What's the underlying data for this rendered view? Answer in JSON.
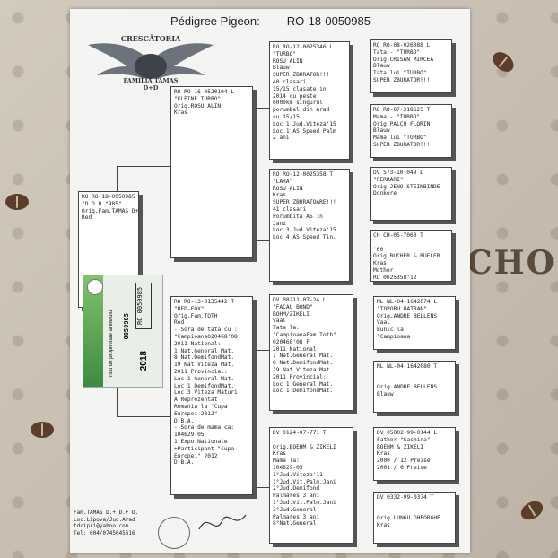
{
  "page": {
    "title": "Pédigree Pigeon:",
    "ring": "RO-18-0050985",
    "bg_text": "CHO",
    "logo_lines": [
      "CRESCĂTORIA",
      "FAMILIA TAMAS",
      "D+D"
    ]
  },
  "subject": {
    "hdr": "RO  RO-18-0050985",
    "lines": [
      "\"D.D.D.\"985\"",
      "Orig.Fam.TAMAS D+D+D",
      "Red"
    ]
  },
  "sire": {
    "hdr": "RO   RO-16-0520104 L",
    "lines": [
      "\"KLEINE TURBO\"",
      "Orig.ROSU ALIN",
      "Kras"
    ]
  },
  "dam": {
    "hdr": "RO   RO-13-0135442 T",
    "lines": [
      "\"RED-FOX\"",
      "Orig.Fam.TOTH",
      "Red",
      "--Sora de tata cu :",
      "\"Campioana020468'08",
      "  2011 National:",
      " 1 Nat.General Mat.",
      " 8 Nat.DemifondMat.",
      "19 Nat.Viteza Mat.",
      "  2011 Provincial:",
      "Loc 1 General Mat.",
      "Loc 1 DemifondMat.",
      "Loc 3 Viteza Maturi",
      "A Reprezentat",
      "Romania la \"Cupa",
      "Europei 2012\"",
      "D.B.A.",
      "--Sora de mama ca:",
      "104629-05",
      "1 Expo.Nationale",
      "+Participant \"Cupa",
      "Europei\" 2012",
      "D.B.A."
    ]
  },
  "sire_sire": {
    "hdr": "RO   RO-12-0025346 L",
    "lines": [
      "\"TURBO\"",
      "ROSU ALIN",
      "Blauw",
      "SUPER ZBURATOR!!!",
      "40 clasari",
      "15/15 clasate in",
      "2014 cu peste",
      "6000km singurul",
      "porumbel din Arad",
      "cu 15/15",
      "Loc 1 Jud.Viteza'15",
      "Loc 1 AS Speed Palm",
      "     2 ani"
    ]
  },
  "sire_dam": {
    "hdr": "RO   RO-12-0025358 T",
    "lines": [
      "\"LARA\"",
      "ROSU ALIN",
      "Kras",
      "SUPER ZBURATOARE!!!",
      "41 clasari",
      "Porumbita AS in",
      "Jani",
      "Loc 3 Jud.Viteza'15",
      "Loc 4 AS Speed Tin."
    ]
  },
  "dam_sire": {
    "hdr": "DV   08211-07-24 L",
    "lines": [
      "\"FACAU BOND\"",
      "BOHM/ZIKELI",
      "Vaal",
      "Tata la:",
      "\"CampioanaFam.Toth\"",
      "020468'08 F",
      "  2011 National:",
      " 1 Nat.General Mat.",
      " 8 Nat.DemifondMat.",
      "19 Nat.Viteza Mat.",
      "  2011 Provincial:",
      "Loc 1 General Mat.",
      "Loc 1 DemifondMat."
    ]
  },
  "dam_dam": {
    "hdr": "DV   0124-07-771 T",
    "lines": [
      "",
      "Orig.BOEHM & ZIKELI",
      "Kras",
      "Mama la:",
      "104629-05",
      "1°Jud.Viteza'11",
      "1°Jud.Vit.Palm.Jani",
      "2°Jud.Demifond",
      "Palmares 3 ani",
      "1°Jud.Vit.Palm.Jani",
      "3°Jud.General",
      "   Palmares 3 ani",
      "8°Nat.General"
    ]
  },
  "g1": {
    "hdr": "RO   RO-08-026088 L",
    "lines": [
      "Tata - \"TURBO\"",
      "Orig.CRISAN MIRCEA",
      "Blauw",
      "Tata lui \"TURBO\"",
      "SUPER ZBURATOR!!!"
    ]
  },
  "g2": {
    "hdr": "RO   RO-07-318625 T",
    "lines": [
      "Mama - \"TURBO\"",
      "Orig.PALCU FLORIN",
      "Blauw",
      "Mama lui \"TURBO\"",
      "SUPER ZBURATOR!!!"
    ]
  },
  "g3": {
    "hdr": "DV   573-10-049 L",
    "lines": [
      "\"FERRARI\"",
      "Orig.JENO STEINBINDE",
      "Donkere"
    ]
  },
  "g4": {
    "hdr": "CH   CH-05-7060 T",
    "lines": [
      "",
      "'60",
      "Orig.BUCHER & BUELER",
      "Kras",
      "Mother",
      "RO 0025358'12"
    ]
  },
  "g5": {
    "hdr": "NL   NL-04-1642074 L",
    "lines": [
      "\"TOPORU BATRAN\"",
      "Orig.ANDRE BELLENS",
      "Vaal",
      "Bunic la:",
      "\"Campioana"
    ]
  },
  "g6": {
    "hdr": "NL   NL-04-1642080 T",
    "lines": [
      "",
      "",
      "Orig.ANDRE BELLENS",
      "Blauw"
    ]
  },
  "g7": {
    "hdr": "DV   05002-99-0144 L",
    "lines": [
      "Father \"Sachira\"",
      "BOEHM & ZIKELI",
      "Kras",
      "2000 / 12 Preise",
      "2001 /  6 Preise"
    ]
  },
  "g8": {
    "hdr": "DV   0332-99-0374 T",
    "lines": [
      "",
      "",
      "Orig.LUNGU GHEORGHE",
      "Kras"
    ]
  },
  "card": {
    "ro_label": "RO 0050985",
    "year": "2018",
    "text": "Titlu de proprietate al inelului",
    "number": "0050985"
  },
  "footer": {
    "lines": [
      "Fam.TAMAS D.+ D.+ D.",
      "Loc.Lipova/Jud.Arad",
      "tdcipri@yahoo.com",
      "Tel:  004/0745045616"
    ]
  }
}
